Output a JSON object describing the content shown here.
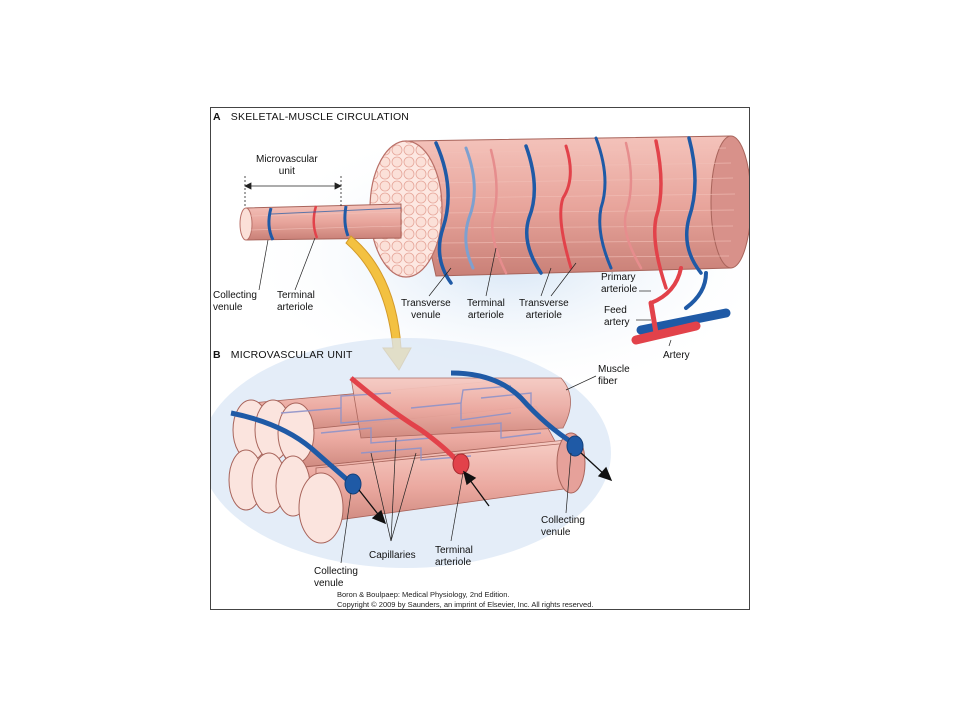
{
  "panel_a": {
    "letter": "A",
    "title": "SKELETAL-MUSCLE CIRCULATION",
    "labels": {
      "microvascular_unit": [
        "Microvascular",
        "unit"
      ],
      "collecting_venule": [
        "Collecting",
        "venule"
      ],
      "terminal_arteriole": [
        "Terminal",
        "arteriole"
      ],
      "transverse_venule": [
        "Transverse",
        "venule"
      ],
      "terminal_arteriole_2": [
        "Terminal",
        "arteriole"
      ],
      "transverse_arteriole": [
        "Transverse",
        "arteriole"
      ],
      "primary_arteriole": [
        "Primary",
        "arteriole"
      ],
      "feed_artery": [
        "Feed",
        "artery"
      ],
      "artery": "Artery"
    }
  },
  "panel_b": {
    "letter": "B",
    "title": "MICROVASCULAR UNIT",
    "labels": {
      "muscle_fiber": [
        "Muscle",
        "fiber"
      ],
      "collecting_venule_right": [
        "Collecting",
        "venule"
      ],
      "terminal_arteriole": [
        "Terminal",
        "arteriole"
      ],
      "capillaries": "Capillaries",
      "collecting_venule_left": [
        "Collecting",
        "venule"
      ]
    }
  },
  "credit": {
    "line1": "Boron & Boulpaep: Medical Physiology, 2nd Edition.",
    "line2": "Copyright © 2009 by Saunders, an imprint of Elsevier, Inc. All rights reserved."
  },
  "colors": {
    "muscle": "#e9a79f",
    "muscle_dark": "#c97d74",
    "muscle_end": "#fbe4de",
    "vein": "#1f5aa6",
    "artery": "#e2424a",
    "arrow": "#f3c141",
    "glow": "#cfe0f3"
  }
}
